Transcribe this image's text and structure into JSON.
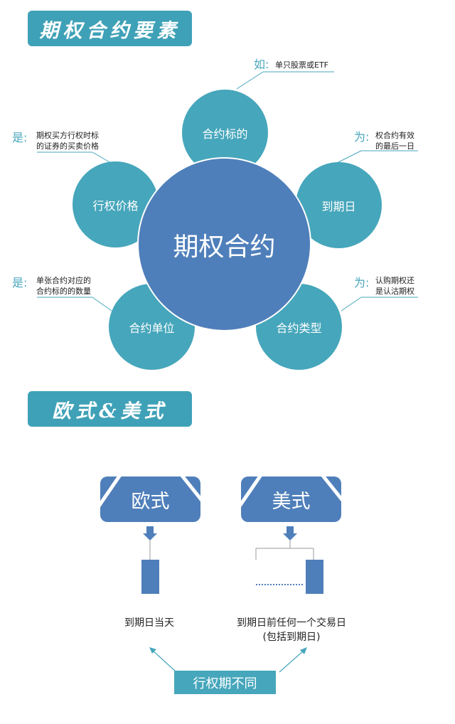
{
  "section1": {
    "title": "期权合约要素"
  },
  "elements": {
    "center": "期权合约",
    "underlying": {
      "label": "合约标的",
      "prefix": "如:",
      "note": [
        "单只股票或ETF"
      ]
    },
    "expiry": {
      "label": "到期日",
      "prefix": "为:",
      "note": [
        "权合约有效",
        "的最后一日"
      ]
    },
    "strike": {
      "label": "行权价格",
      "prefix": "是:",
      "note": [
        "期权买方行权时标",
        "的证券的买卖价格"
      ]
    },
    "unit": {
      "label": "合约单位",
      "prefix": "是:",
      "note": [
        "单张合约对应的",
        "合约标的的数量"
      ]
    },
    "type": {
      "label": "合约类型",
      "prefix": "为:",
      "note": [
        "认购期权还",
        "是认沽期权"
      ]
    }
  },
  "section2": {
    "title": "欧式&美式"
  },
  "styles": {
    "european": {
      "label": "欧式",
      "caption": "到期日当天"
    },
    "american": {
      "label": "美式",
      "caption_line1": "到期日前任何一个交易日",
      "caption_line2": "(包括到期日)"
    },
    "footer": "行权期不同"
  },
  "colors": {
    "teal": "#46a6bb",
    "blue": "#4f7fba",
    "banner": "#3fa1b7"
  }
}
